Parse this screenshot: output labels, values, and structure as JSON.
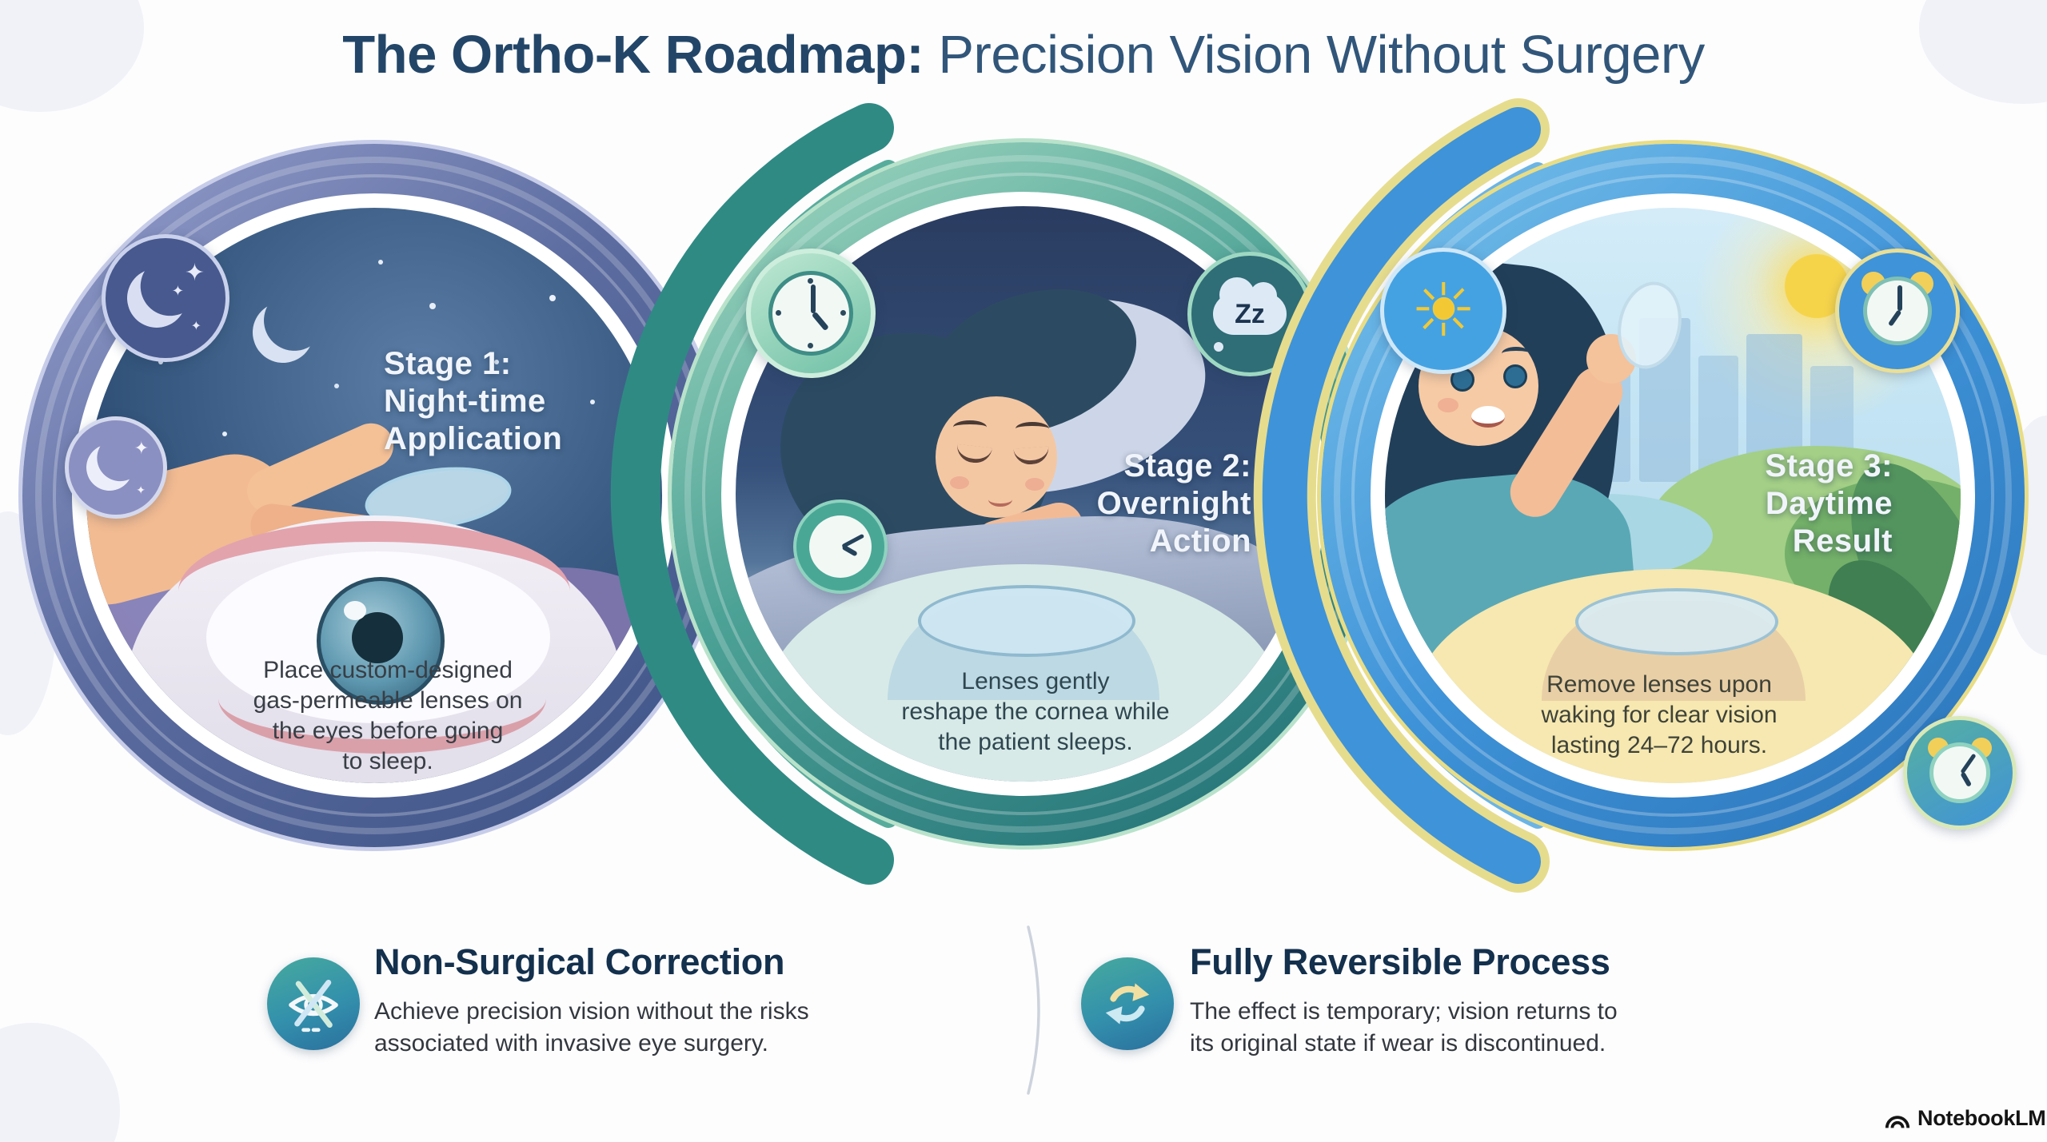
{
  "header": {
    "title_bold": "The Ortho-K Roadmap:",
    "title_rest": " Precision Vision Without Surgery"
  },
  "stages": [
    {
      "label_lines": [
        "Stage 1:",
        "Night-time",
        "Application"
      ],
      "caption_lines": [
        "Place custom-designed",
        "gas-permeable lenses on",
        "the eyes before going",
        "to sleep."
      ]
    },
    {
      "label_lines": [
        "Stage 2:",
        "Overnight",
        "Action"
      ],
      "caption_lines": [
        "Lenses gently",
        "reshape the cornea while",
        "the patient sleeps."
      ]
    },
    {
      "label_lines": [
        "Stage 3:",
        "Daytime",
        "Result"
      ],
      "caption_lines": [
        "Remove lenses upon",
        "waking for clear vision",
        "lasting 24–72 hours."
      ]
    }
  ],
  "benefits": [
    {
      "heading": "Non-Surgical Correction",
      "body_lines": [
        "Achieve precision vision without the risks",
        "associated with invasive eye surgery."
      ]
    },
    {
      "heading": "Fully Reversible Process",
      "body_lines": [
        "The effect is temporary; vision returns to",
        "its original state if wear is discontinued."
      ]
    }
  ],
  "icons": {
    "zz": "Zz",
    "sun": "☀",
    "sparkle": "✦"
  },
  "watermark": {
    "brand": "NotebookLM"
  },
  "colors": {
    "title_navy": "#234668",
    "ring_stage1": "#4d5f93",
    "ring_stage2": "#3f9e92",
    "ring_stage3": "#3f93d8",
    "benefit_teal": "#3390ac"
  }
}
